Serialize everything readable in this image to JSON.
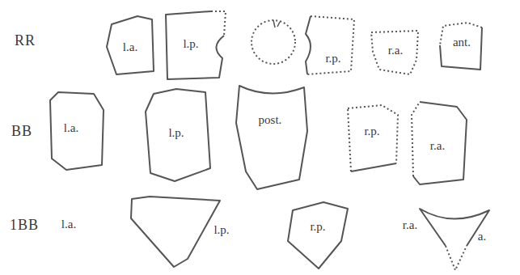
{
  "diagram": {
    "nodes": [
      {
        "text": [
          "l.a."
        ]
      },
      {
        "text": [
          "l.p."
        ]
      },
      {
        "text": [
          "r.p."
        ]
      },
      {
        "text": [
          "r.a."
        ]
      },
      {
        "text": [
          "ant."
        ]
      },
      {
        "text": [
          "l.a."
        ]
      },
      {
        "text": [
          "l.p."
        ]
      },
      {
        "text": [
          "post."
        ]
      },
      {
        "text": [
          "r.p."
        ]
      },
      {
        "text": [
          "r.a."
        ]
      },
      {
        "text": [
          "l.a.",
          "l.p."
        ]
      },
      {
        "text": [
          "r.p."
        ]
      },
      {
        "text": [
          "r.a.",
          "a."
        ]
      }
    ],
    "labels": [
      "RR",
      "BB",
      "1BB"
    ]
  }
}
